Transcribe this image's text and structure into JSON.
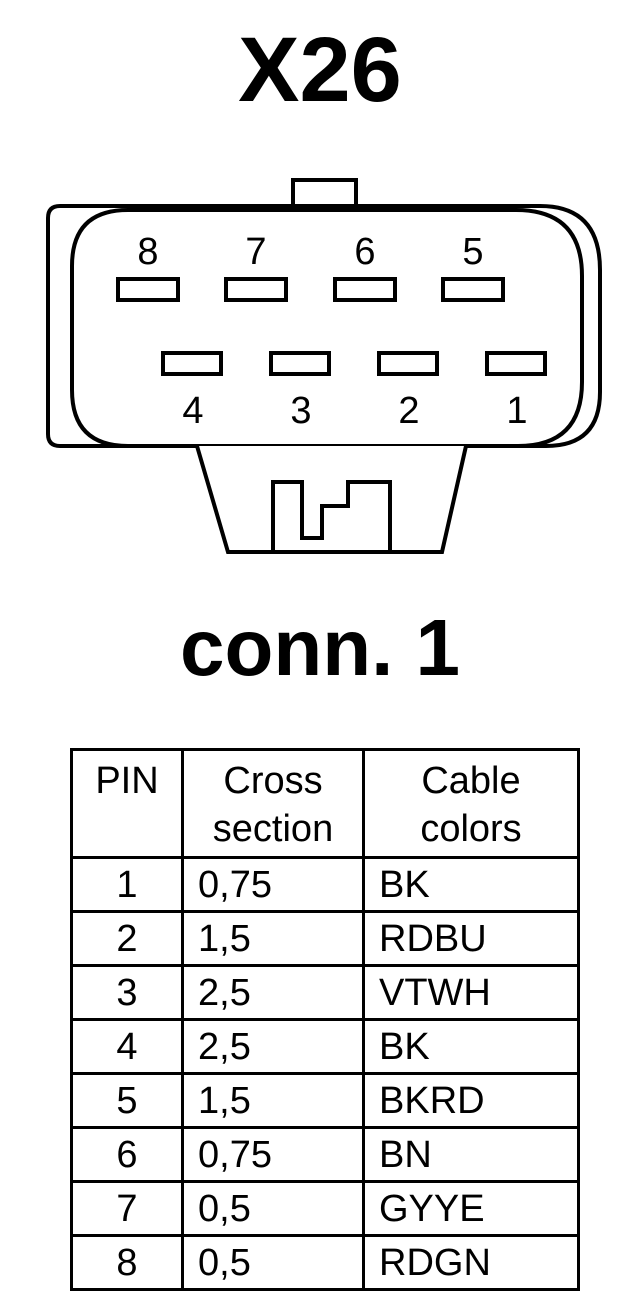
{
  "header": {
    "title": "X26",
    "subtitle": "conn. 1"
  },
  "connector": {
    "top_pins": [
      "8",
      "7",
      "6",
      "5"
    ],
    "bottom_pins": [
      "4",
      "3",
      "2",
      "1"
    ]
  },
  "table": {
    "headers": {
      "pin": "PIN",
      "cross_line1": "Cross",
      "cross_line2": "section",
      "color_line1": "Cable",
      "color_line2": "colors"
    },
    "rows": [
      {
        "pin": "1",
        "cross": "0,75",
        "color": "BK"
      },
      {
        "pin": "2",
        "cross": "1,5",
        "color": "RDBU"
      },
      {
        "pin": "3",
        "cross": "2,5",
        "color": "VTWH"
      },
      {
        "pin": "4",
        "cross": "2,5",
        "color": "BK"
      },
      {
        "pin": "5",
        "cross": "1,5",
        "color": "BKRD"
      },
      {
        "pin": "6",
        "cross": "0,75",
        "color": "BN"
      },
      {
        "pin": "7",
        "cross": "0,5",
        "color": "GYYE"
      },
      {
        "pin": "8",
        "cross": "0,5",
        "color": "RDGN"
      }
    ]
  }
}
